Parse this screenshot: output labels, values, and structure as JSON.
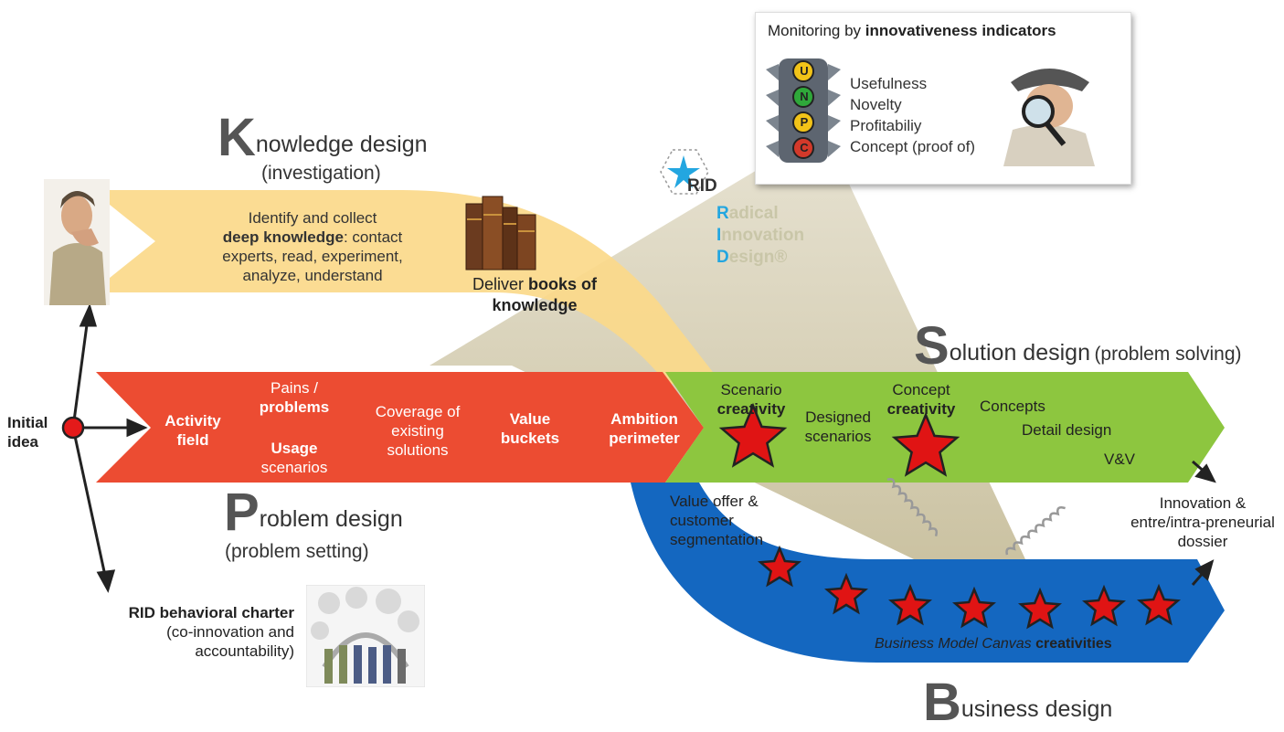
{
  "knowledge": {
    "initial": "K",
    "title_rest": "nowledge design",
    "subtitle": "(investigation)",
    "text_line1": "Identify and collect",
    "text_bold": "deep knowledge",
    "text_line2_rest": ": contact",
    "text_line3": "experts, read, experiment,",
    "text_line4": "analyze, understand",
    "deliver_plain": "Deliver ",
    "deliver_bold": "books of knowledge"
  },
  "problem": {
    "initial": "P",
    "title_rest": "roblem design",
    "subtitle": "(problem setting)",
    "activity_field": "Activity field",
    "pains_plain": "Pains /",
    "pains_bold": "problems",
    "usage_bold": "Usage",
    "usage_plain": "scenarios",
    "coverage": "Coverage of existing solutions",
    "value_buckets": "Value buckets",
    "ambition": "Ambition perimeter"
  },
  "solution": {
    "initial": "S",
    "title_rest": "olution design",
    "subtitle": "(problem solving)",
    "scenario_plain": "Scenario",
    "scenario_bold": "creativity",
    "designed_scenarios": "Designed scenarios",
    "concept_plain": "Concept",
    "concept_bold": "creativity",
    "concepts": "Concepts",
    "detail_design": "Detail design",
    "vv": "V&V"
  },
  "business": {
    "initial": "B",
    "title_rest": "usiness design",
    "value_offer": "Value offer & customer segmentation",
    "bmc_italic": "Business Model Canvas",
    "bmc_bold": "creativities"
  },
  "monitoring": {
    "title_plain": "Monitoring by ",
    "title_bold": "innovativeness indicators",
    "indicators": [
      "Usefulness",
      "Novelty",
      "Profitabiliy",
      "Concept (proof of)"
    ],
    "lights": [
      "U",
      "N",
      "P",
      "C"
    ]
  },
  "rid_logo": {
    "mark": "RID",
    "line1_initial": "R",
    "line1_rest": "adical",
    "line2_initial": "I",
    "line2_rest": "nnovation",
    "line3_initial": "D",
    "line3_rest": "esign®"
  },
  "left": {
    "initial_idea": "Initial idea",
    "charter_bold": "RID behavioral charter",
    "charter_plain": "(co-innovation and accountability)"
  },
  "output": {
    "dossier": "Innovation & entre/intra-preneurial dossier"
  },
  "colors": {
    "knowledge": "#fbd98a",
    "problem": "#ec4c32",
    "solution": "#8dc63f",
    "business": "#1467c0",
    "star_fill": "#e01414",
    "cone": "#c8bf9d"
  }
}
